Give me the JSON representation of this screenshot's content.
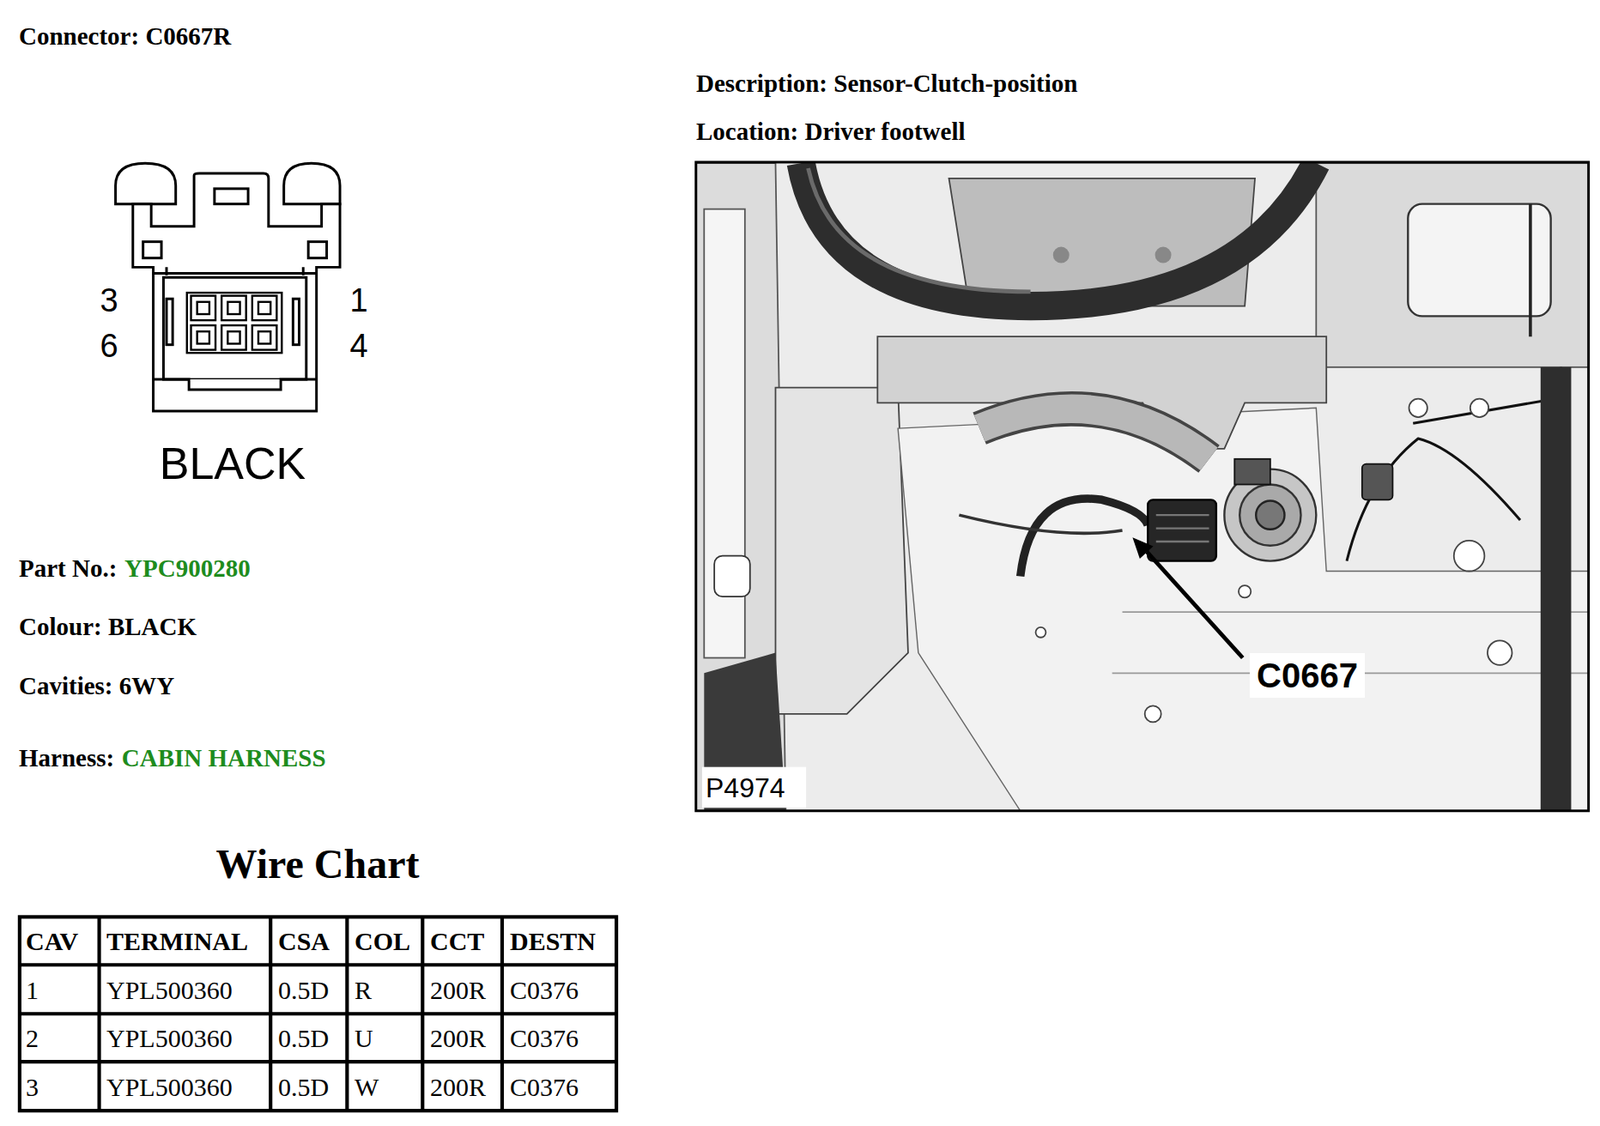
{
  "diagram": {
    "title": "Connector: C0667R",
    "nodes": [
      {
        "text": [
          "C0667"
        ]
      }
    ],
    "labels": [
      "Description: Sensor-Clutch-position",
      "Location: Driver footwell",
      "3",
      "1",
      "6",
      "4",
      "BLACK",
      "Part No.:",
      "YPC900280",
      "Colour: BLACK",
      "Cavities: 6WY",
      "Harness:",
      "CABIN HARNESS",
      "Wire Chart",
      "CAV",
      "TERMINAL",
      "CSA",
      "COL",
      "CCT",
      "DESTN",
      "1",
      "YPL500360",
      "0.5D",
      "R",
      "200R",
      "C0376",
      "2",
      "YPL500360",
      "0.5D",
      "U",
      "200R",
      "C0376",
      "3",
      "YPL500360",
      "0.5D",
      "W",
      "200R",
      "C0376",
      "P4974"
    ]
  }
}
